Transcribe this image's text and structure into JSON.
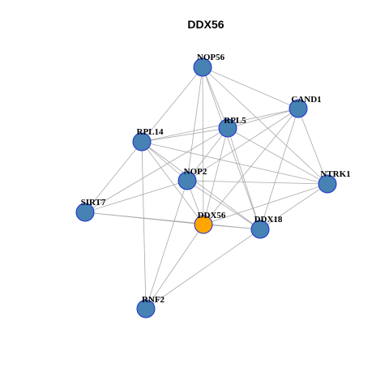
{
  "title": "DDX56",
  "colors": {
    "node_fill": "#4682b4",
    "focus_fill": "#ffa500",
    "node_border": "#1f2fd0",
    "edge": "#a9a9a9"
  },
  "nodes": [
    {
      "id": "NOP56",
      "label": "NOP56"
    },
    {
      "id": "CAND1",
      "label": "CAND1"
    },
    {
      "id": "RPL5",
      "label": "RPL5"
    },
    {
      "id": "RPL14",
      "label": "RPL14"
    },
    {
      "id": "NOP2",
      "label": "NOP2"
    },
    {
      "id": "NTRK1",
      "label": "NTRK1"
    },
    {
      "id": "SIRT7",
      "label": "SIRT7"
    },
    {
      "id": "DDX56",
      "label": "DDX56",
      "focus": true
    },
    {
      "id": "DDX18",
      "label": "DDX18"
    },
    {
      "id": "RNF2",
      "label": "RNF2"
    }
  ],
  "edges": [
    [
      "NOP56",
      "CAND1"
    ],
    [
      "NOP56",
      "RPL5"
    ],
    [
      "NOP56",
      "RPL14"
    ],
    [
      "NOP56",
      "NOP2"
    ],
    [
      "NOP56",
      "DDX56"
    ],
    [
      "NOP56",
      "DDX18"
    ],
    [
      "NOP56",
      "NTRK1"
    ],
    [
      "CAND1",
      "RPL5"
    ],
    [
      "CAND1",
      "RPL14"
    ],
    [
      "CAND1",
      "NOP2"
    ],
    [
      "CAND1",
      "NTRK1"
    ],
    [
      "CAND1",
      "DDX56"
    ],
    [
      "CAND1",
      "DDX18"
    ],
    [
      "RPL5",
      "RPL14"
    ],
    [
      "RPL5",
      "NOP2"
    ],
    [
      "RPL5",
      "DDX56"
    ],
    [
      "RPL5",
      "DDX18"
    ],
    [
      "RPL5",
      "NTRK1"
    ],
    [
      "RPL5",
      "SIRT7"
    ],
    [
      "RPL14",
      "NOP2"
    ],
    [
      "RPL14",
      "SIRT7"
    ],
    [
      "RPL14",
      "DDX56"
    ],
    [
      "RPL14",
      "DDX18"
    ],
    [
      "RPL14",
      "NTRK1"
    ],
    [
      "RPL14",
      "RNF2"
    ],
    [
      "NOP2",
      "SIRT7"
    ],
    [
      "NOP2",
      "NTRK1"
    ],
    [
      "NOP2",
      "DDX56"
    ],
    [
      "NOP2",
      "DDX18"
    ],
    [
      "NOP2",
      "RNF2"
    ],
    [
      "SIRT7",
      "DDX56"
    ],
    [
      "SIRT7",
      "DDX18"
    ],
    [
      "DDX56",
      "NTRK1"
    ],
    [
      "DDX56",
      "DDX18"
    ],
    [
      "DDX56",
      "RNF2"
    ],
    [
      "DDX18",
      "NTRK1"
    ],
    [
      "DDX18",
      "RNF2"
    ]
  ]
}
